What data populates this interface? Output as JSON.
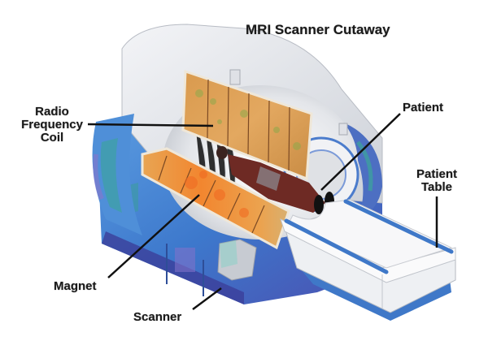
{
  "title": "MRI Scanner Cutaway",
  "labels": {
    "rf_coil": [
      "Radio",
      "Frequency",
      "Coil"
    ],
    "patient": "Patient",
    "patient_table": [
      "Patient",
      "Table"
    ],
    "magnet": "Magnet",
    "scanner": "Scanner"
  },
  "colors": {
    "housing": "#e9ebef",
    "housing_shade": "#cfd3da",
    "blue_body": "#3f7fd0",
    "blue_dark": "#4a4fb0",
    "teal": "#3aa59a",
    "coil_orange": "#e8a553",
    "coil_hot": "#f07a2a",
    "table": "#f4f4f6",
    "table_rail": "#3f78c8",
    "leader_line": "#111111"
  }
}
